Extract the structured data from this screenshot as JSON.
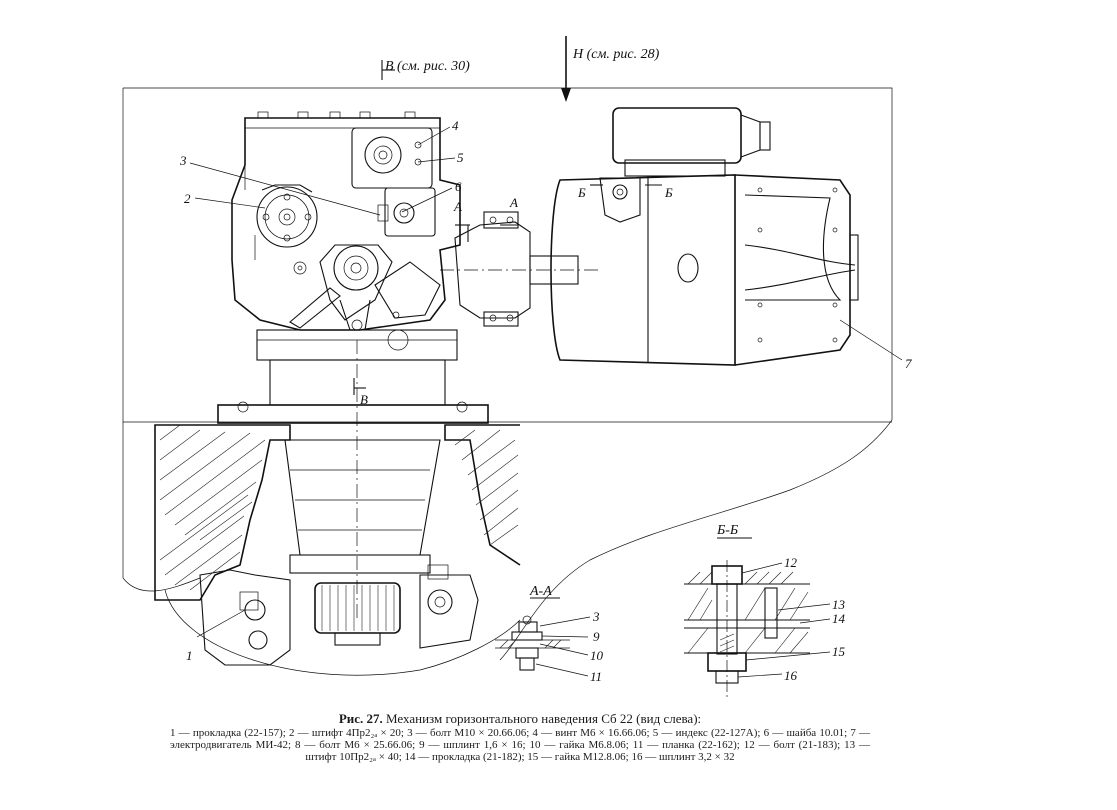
{
  "view_refs": {
    "view_b": "В (см. рис. 30)",
    "view_h": "Н (см. рис. 28)"
  },
  "section_marks": {
    "a_left": "А",
    "a_right": "А",
    "b_left": "Б",
    "b_right": "Б",
    "v_center": "В"
  },
  "section_titles": {
    "aa": "А-А",
    "bb": "Б-Б"
  },
  "callouts": [
    "1",
    "2",
    "3",
    "4",
    "5",
    "6",
    "7",
    "9",
    "10",
    "11",
    "12",
    "13",
    "14",
    "15",
    "16"
  ],
  "caption": {
    "title_prefix": "Рис. 27.",
    "title_text": "Механизм горизонтального наведения Сб 22 (вид слева):",
    "legend": "1 — прокладка (22-157); 2 — штифт 4Пр2₂ₐ × 20; 3 — болт М10 × 20.66.06; 4 — винт М6 × 16.66.06; 5 — индекс (22-127А); 6 — шайба 10.01; 7 — электродвигатель МИ-42; 8 — болт М6 × 25.66.06; 9 — шплинт 1,6 × 16; 10 — гайка М6.8.06; 11 — планка (22-162); 12 — болт (21-183); 13 — штифт 10Пр2₂ₐ × 40; 14 — прокладка (21-182); 15 — гайка М12.8.06; 16 — шплинт 3,2 × 32"
  }
}
